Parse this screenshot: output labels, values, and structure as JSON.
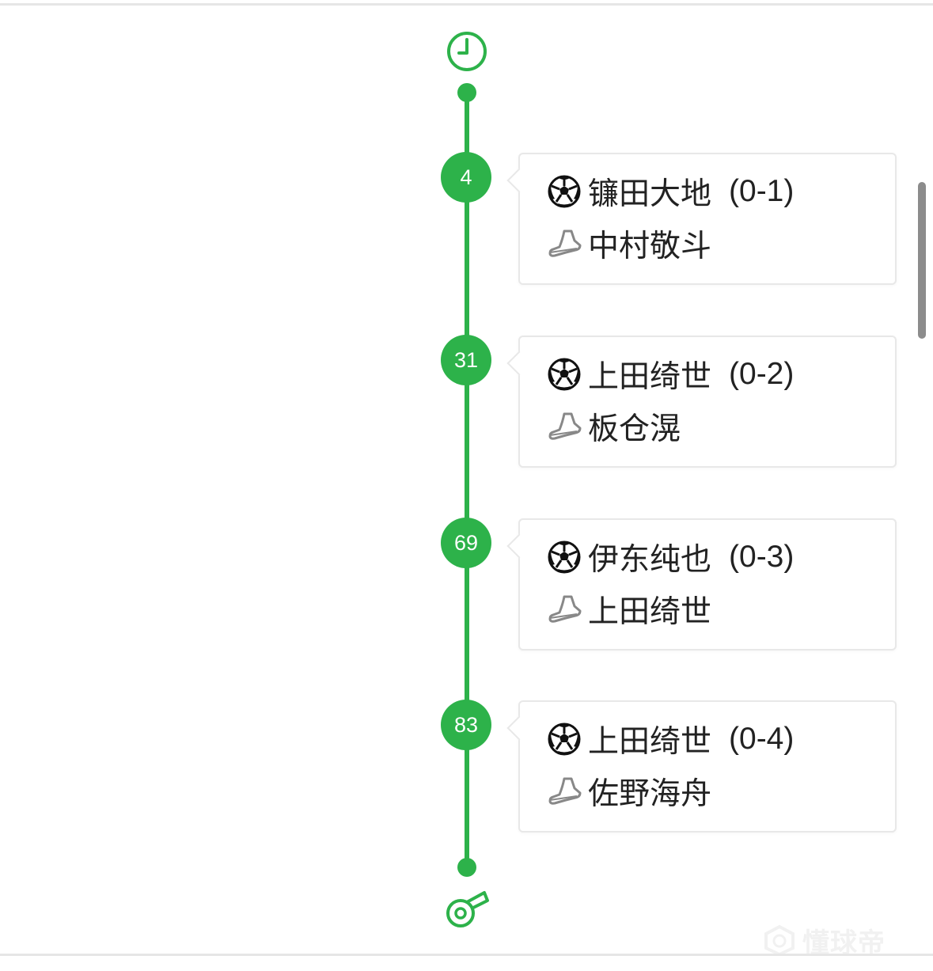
{
  "timeline": {
    "accent_color": "#2db24a",
    "start_icon": "clock-icon",
    "end_icon": "whistle-icon",
    "events": [
      {
        "minute": "4",
        "scorer": "镰田大地",
        "score": "(0-1)",
        "assist": "中村敬斗",
        "goal_icon": "soccer-ball-icon",
        "assist_icon": "boot-icon"
      },
      {
        "minute": "31",
        "scorer": "上田绮世",
        "score": "(0-2)",
        "assist": "板仓滉",
        "goal_icon": "soccer-ball-icon",
        "assist_icon": "boot-icon"
      },
      {
        "minute": "69",
        "scorer": "伊东纯也",
        "score": "(0-3)",
        "assist": "上田绮世",
        "goal_icon": "soccer-ball-icon",
        "assist_icon": "boot-icon"
      },
      {
        "minute": "83",
        "scorer": "上田绮世",
        "score": "(0-4)",
        "assist": "佐野海舟",
        "goal_icon": "soccer-ball-icon",
        "assist_icon": "boot-icon"
      }
    ]
  },
  "watermark": {
    "text": "懂球帝"
  }
}
